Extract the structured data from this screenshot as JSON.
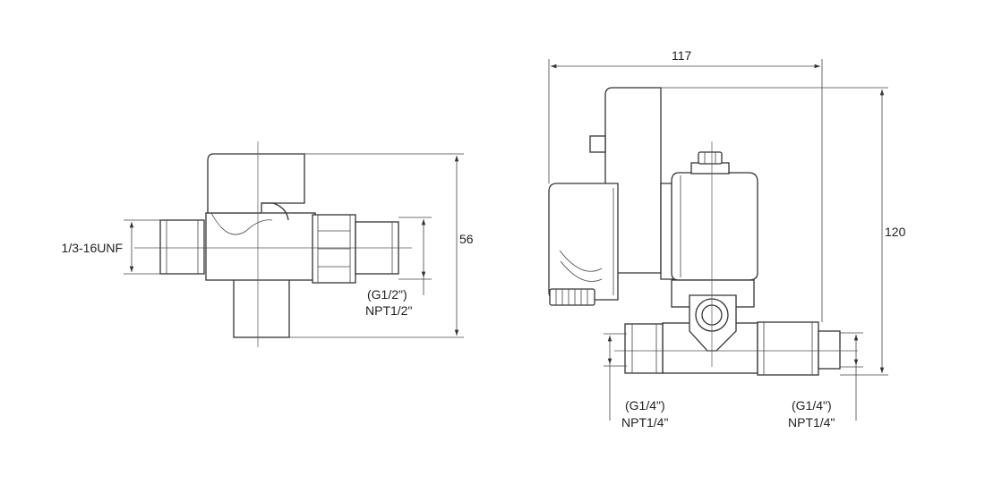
{
  "left_view": {
    "thread_label": "1/3-16UNF",
    "height_dim": "56",
    "port_label_g": "(G1/2\")",
    "port_label_npt": "NPT1/2\""
  },
  "right_view": {
    "width_dim": "117",
    "height_dim": "120",
    "left_port_g": "(G1/4\")",
    "left_port_npt": "NPT1/4\"",
    "right_port_g": "(G1/4\")",
    "right_port_npt": "NPT1/4\""
  }
}
